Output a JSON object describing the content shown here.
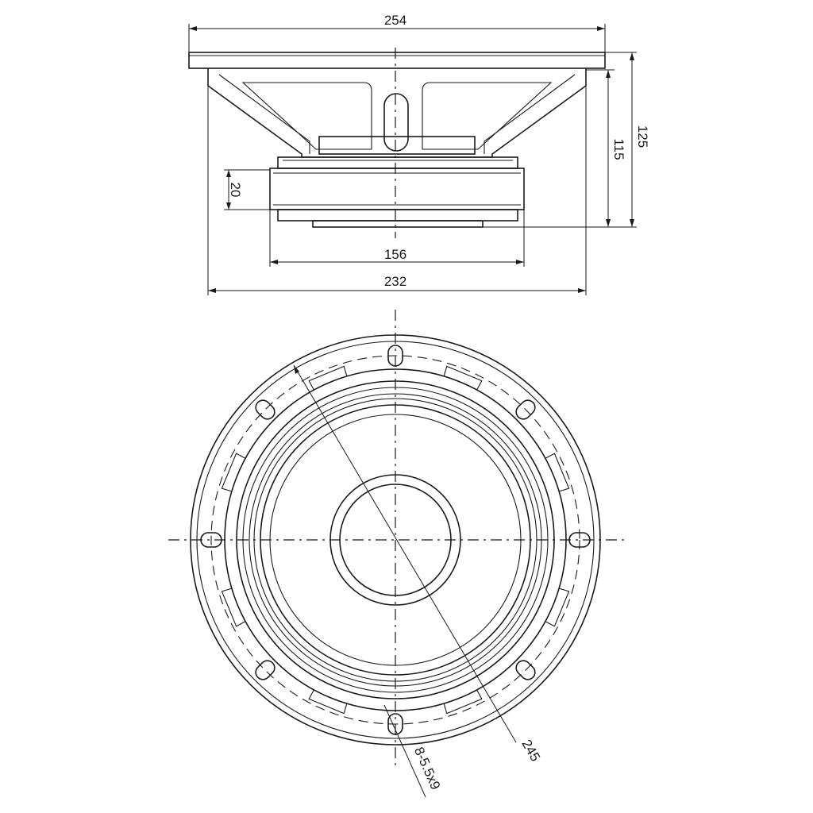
{
  "dimensions": {
    "overall_width": "254",
    "frame_width": "232",
    "magnet_diameter": "156",
    "magnet_height": "20",
    "mounting_depth": "115",
    "total_depth": "125",
    "bolt_circle": "245",
    "mounting_holes": "8-5.5x9"
  }
}
